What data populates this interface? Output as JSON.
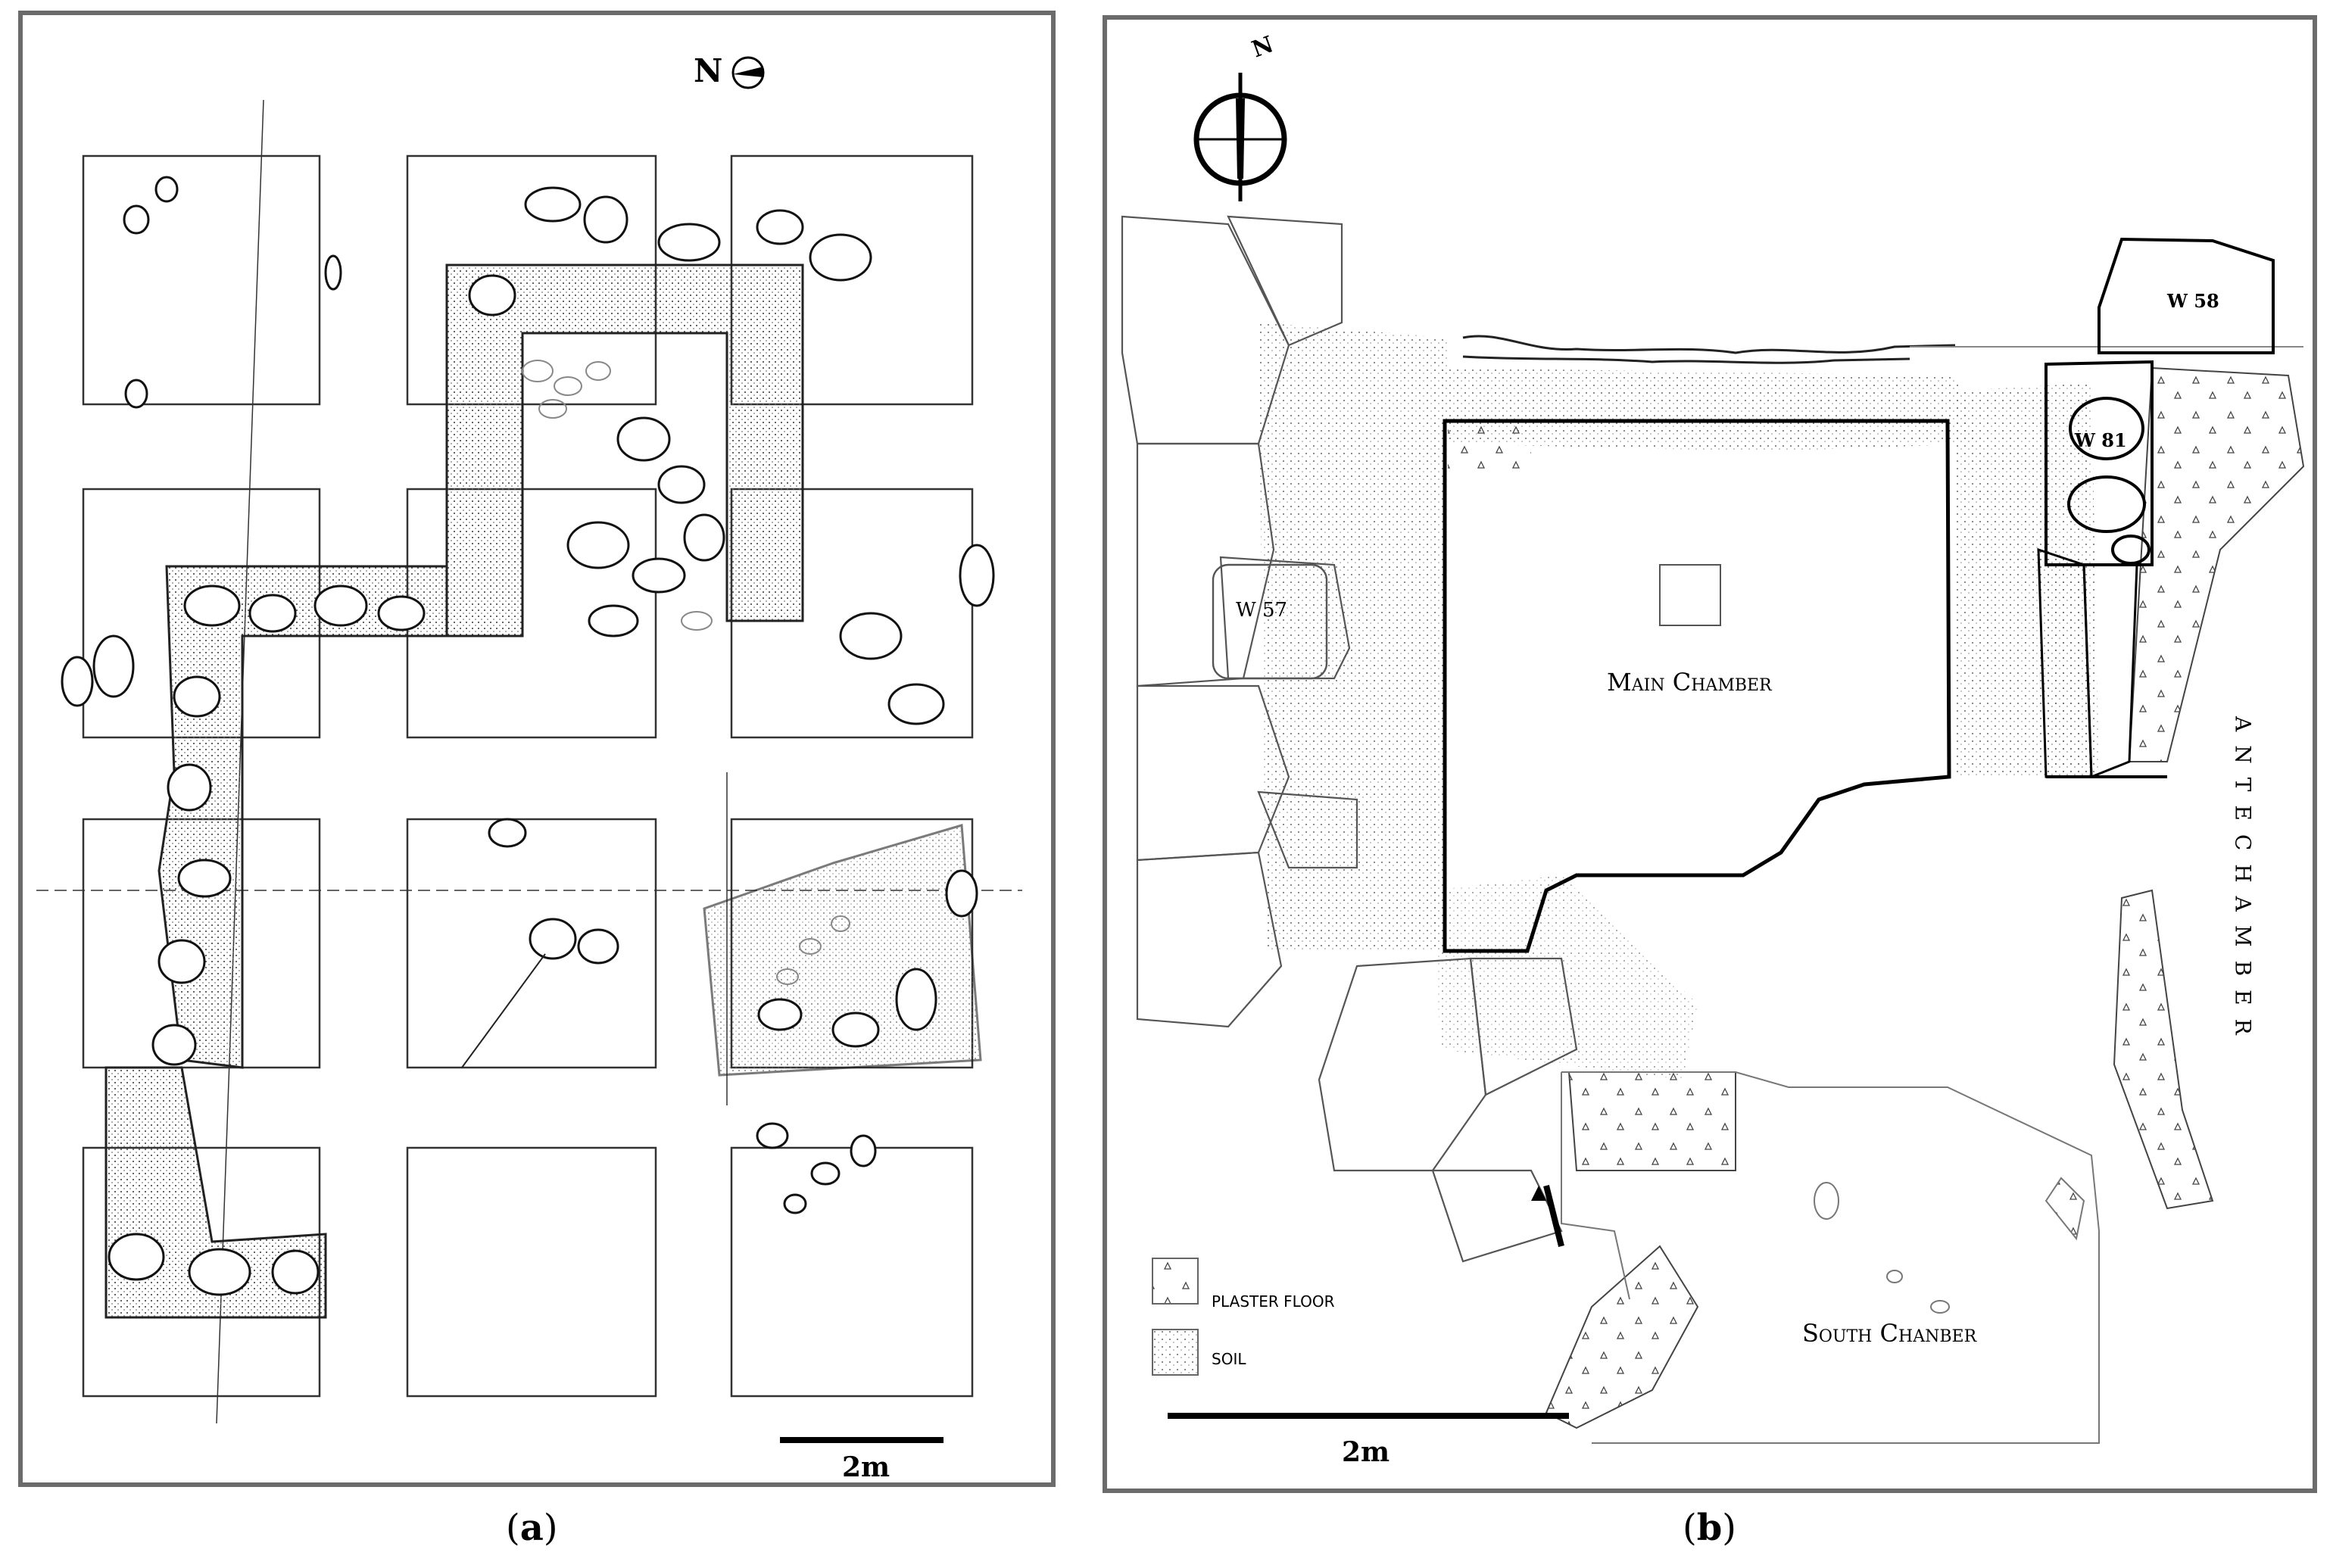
{
  "panel_a": {
    "north_label": "N",
    "scale_label": "2m",
    "caption_letter": "a"
  },
  "panel_b": {
    "north_label": "N",
    "scale_label": "2m",
    "caption_letter": "b",
    "labels": {
      "w57": "W 57",
      "w58": "W 58",
      "w81": "W 81",
      "main_chamber": "Main Chamber",
      "south_chamber": "South Chanber",
      "antechamber": "ANTECHAMBER"
    },
    "legend": {
      "plaster_floor": "PLASTER FLOOR",
      "soil": "SOIL"
    }
  }
}
